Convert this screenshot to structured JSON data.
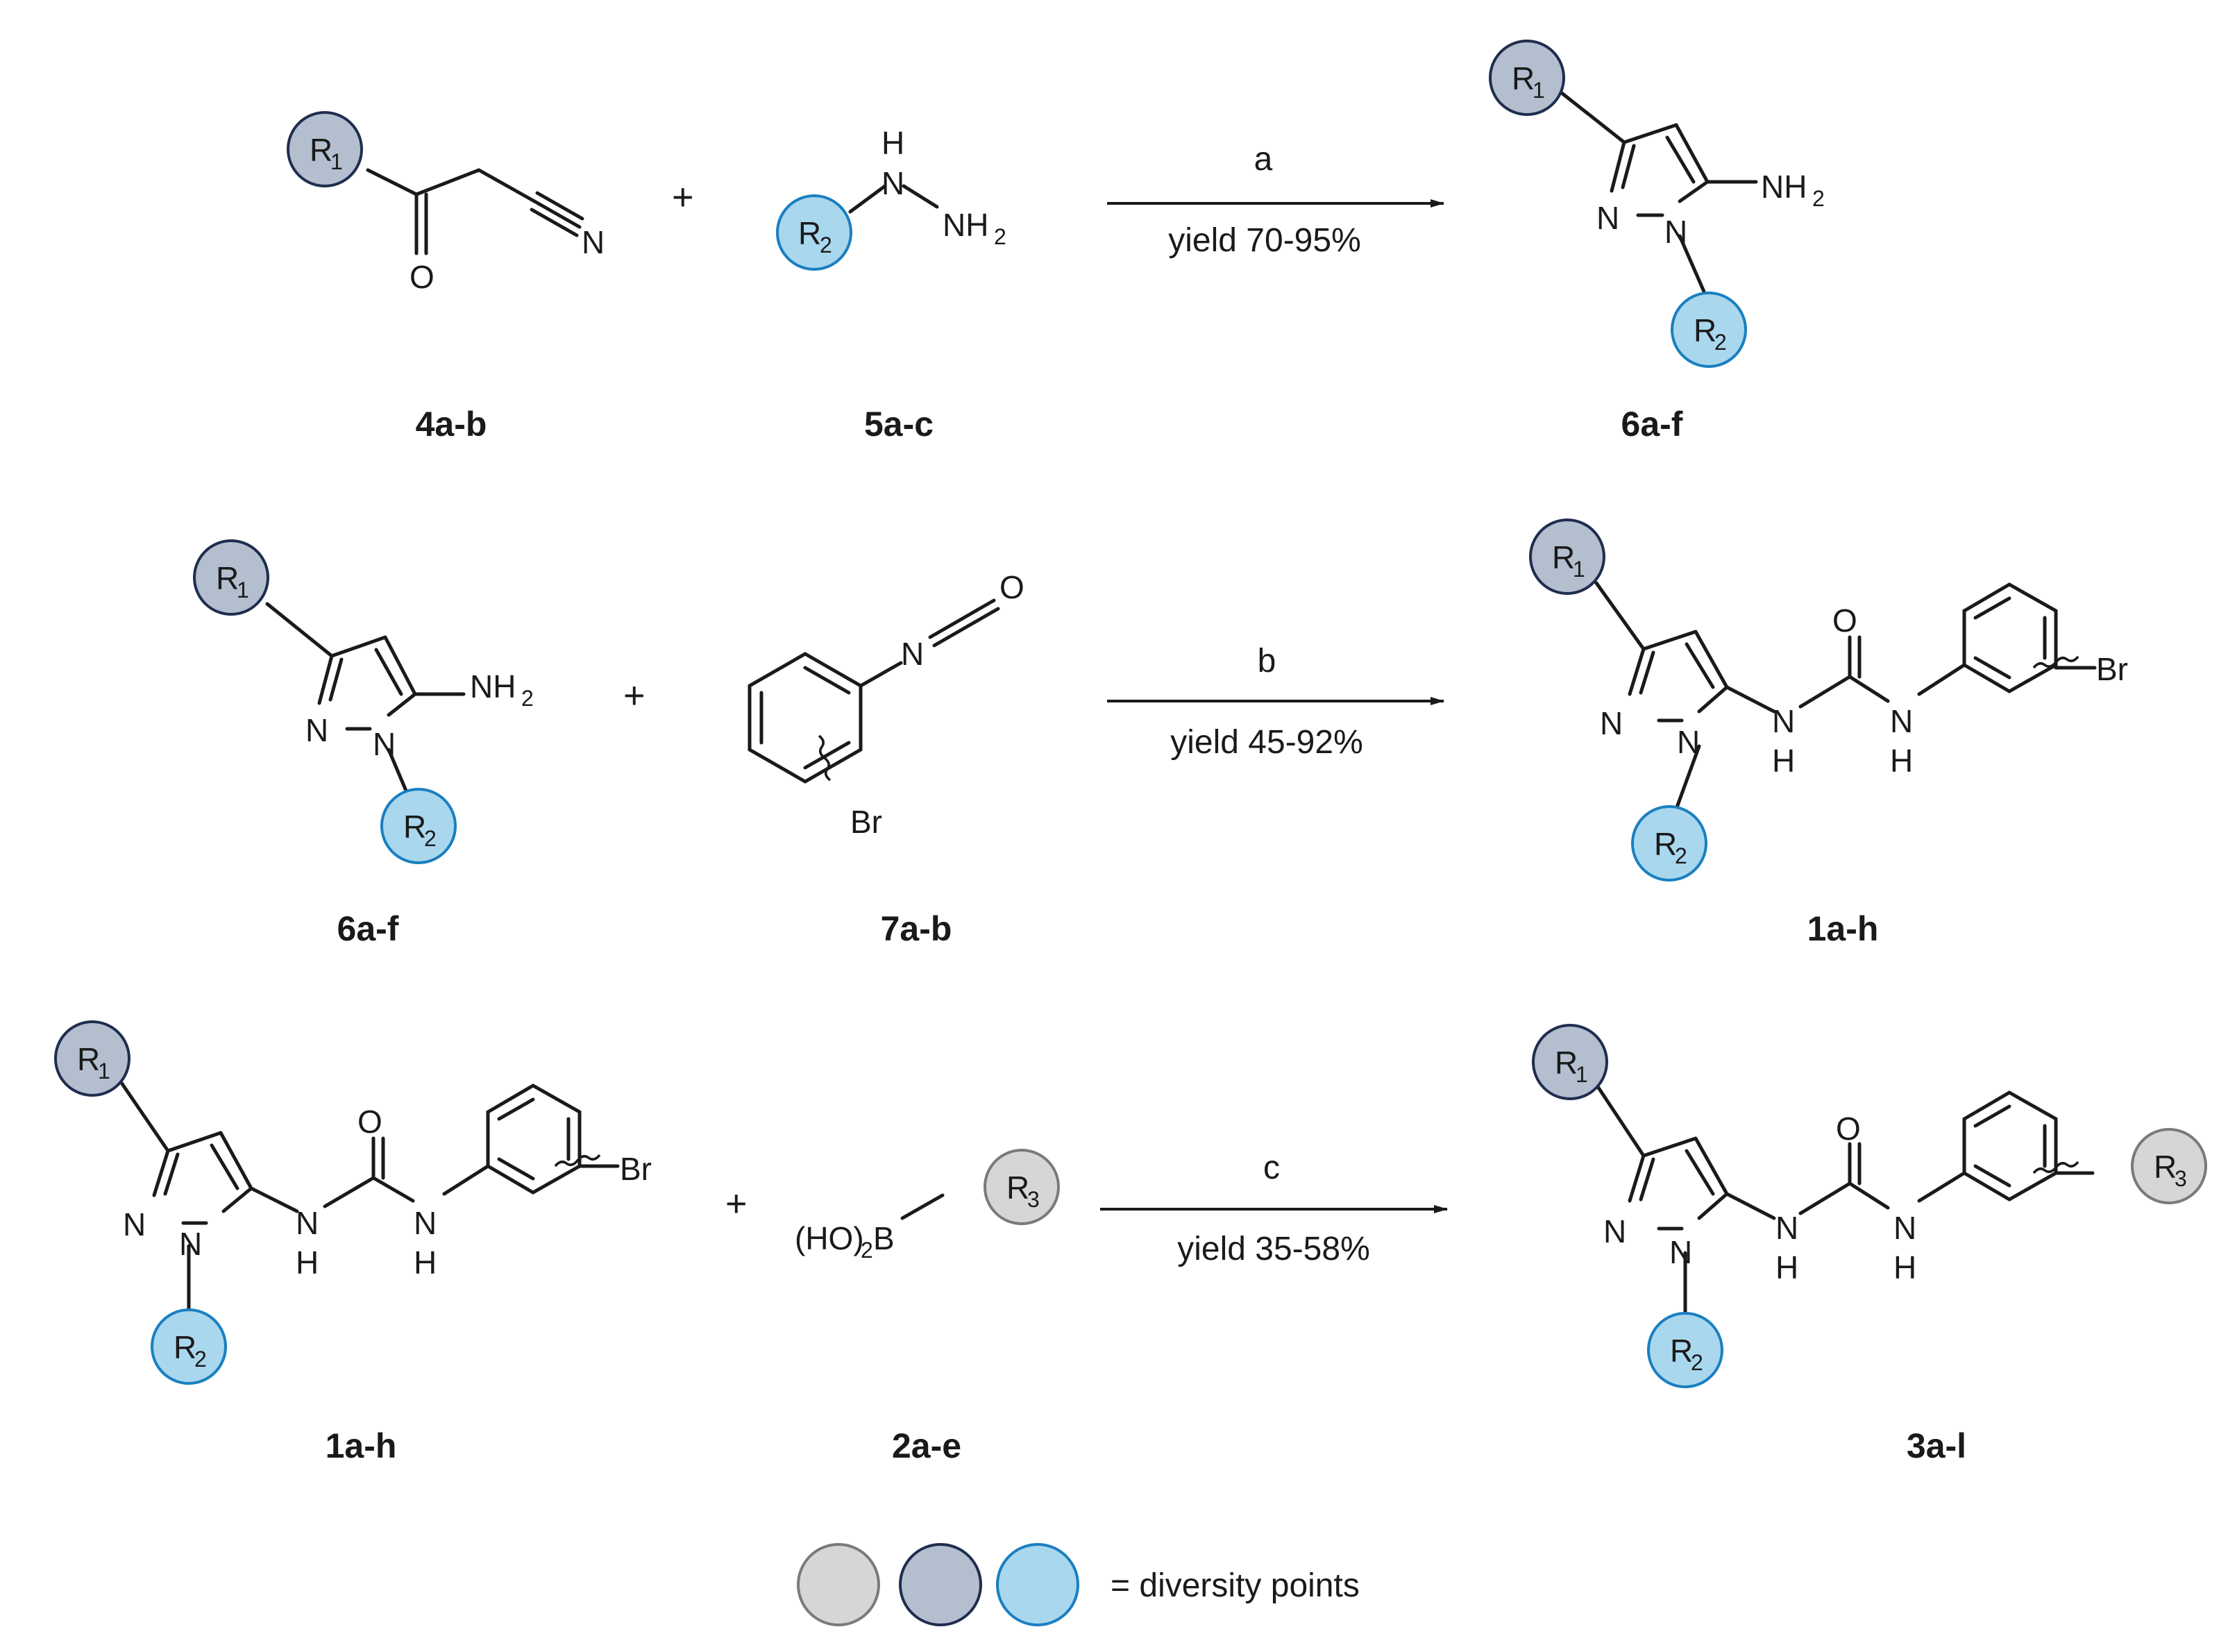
{
  "substituents": {
    "r1": "R",
    "r1_sub": "1",
    "r2": "R",
    "r2_sub": "2",
    "r3": "R",
    "r3_sub": "3"
  },
  "reactions": [
    {
      "condition": "a",
      "yield": "yield 70‑95%",
      "reactants": [
        "4a-b",
        "5a-c"
      ],
      "product": "6a-f"
    },
    {
      "condition": "b",
      "yield": "yield 45‑92%",
      "reactants": [
        "6a-f",
        "7a-b"
      ],
      "product": "1a-h"
    },
    {
      "condition": "c",
      "yield": "yield 35‑58%",
      "reactants": [
        "1a-h",
        "2a-e"
      ],
      "product": "3a-l"
    }
  ],
  "atoms": {
    "O": "O",
    "N": "N",
    "H": "H",
    "NH": "NH",
    "Br": "Br",
    "NH2": "NH",
    "sub2": "2",
    "boronic": "(HO)",
    "boronic_B": "B",
    "plus": "+"
  },
  "legend": {
    "label": "= diversity points"
  },
  "colors": {
    "r1_fill": "#b3bfcf",
    "r1_stroke": "#1f2d4f",
    "r2_fill": "#a9d7ee",
    "r2_stroke": "#1a7fc0",
    "r3_fill": "#d6d6d6",
    "r3_stroke": "#7a7a7a"
  }
}
